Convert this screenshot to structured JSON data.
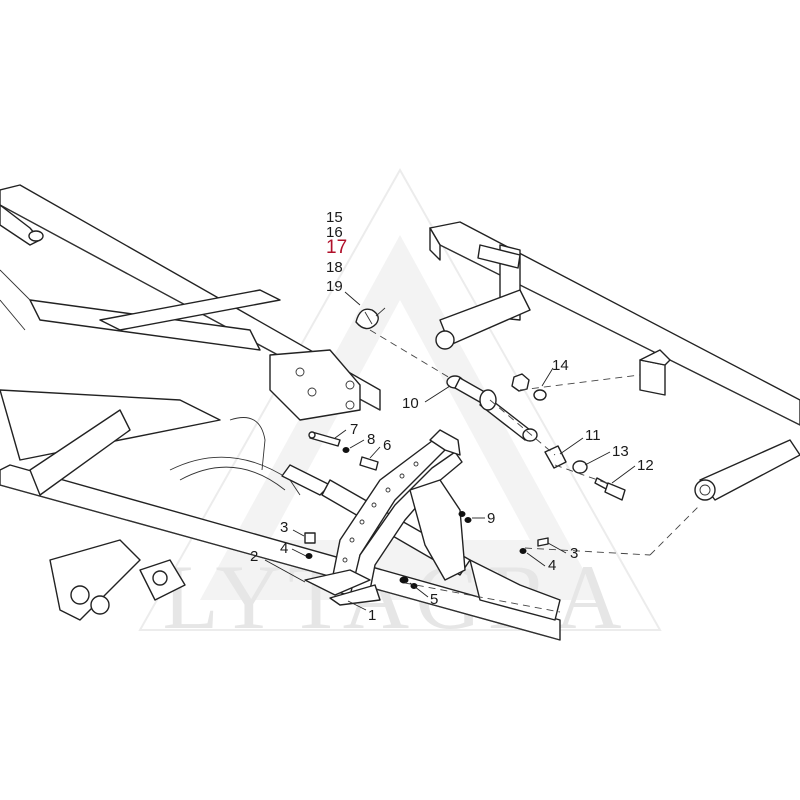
{
  "diagram": {
    "watermark": {
      "brand": "LYTAGRA",
      "color": "#e6e6e6"
    },
    "highlight_color": "#b0102a",
    "callouts": [
      {
        "id": "15",
        "label": "15"
      },
      {
        "id": "16",
        "label": "16"
      },
      {
        "id": "17",
        "label": "17",
        "highlighted": true
      },
      {
        "id": "18",
        "label": "18"
      },
      {
        "id": "19",
        "label": "19"
      },
      {
        "id": "14",
        "label": "14"
      },
      {
        "id": "10",
        "label": "10"
      },
      {
        "id": "11",
        "label": "11"
      },
      {
        "id": "13",
        "label": "13"
      },
      {
        "id": "12",
        "label": "12"
      },
      {
        "id": "7",
        "label": "7"
      },
      {
        "id": "8",
        "label": "8"
      },
      {
        "id": "6",
        "label": "6"
      },
      {
        "id": "9",
        "label": "9"
      },
      {
        "id": "3a",
        "label": "3"
      },
      {
        "id": "3b",
        "label": "3"
      },
      {
        "id": "2",
        "label": "2"
      },
      {
        "id": "4a",
        "label": "4"
      },
      {
        "id": "4b",
        "label": "4"
      },
      {
        "id": "5",
        "label": "5"
      },
      {
        "id": "1",
        "label": "1"
      }
    ]
  }
}
